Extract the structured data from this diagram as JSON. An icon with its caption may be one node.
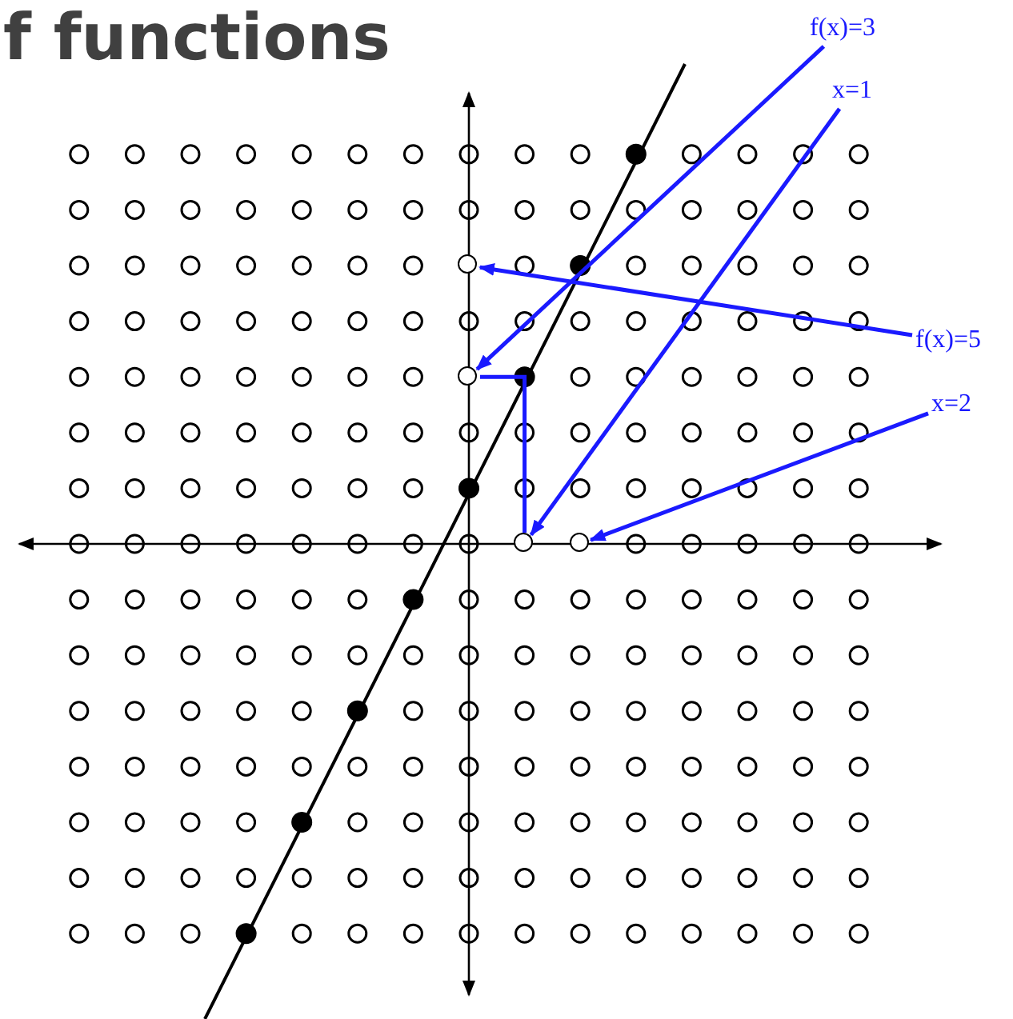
{
  "diagram": {
    "title": "f functions",
    "nodes": [
      {
        "text": [
          "f(x)=3"
        ]
      },
      {
        "text": [
          "x=1"
        ]
      },
      {
        "text": [
          "f(x)=5"
        ]
      },
      {
        "text": [
          "x=2"
        ]
      },
      {
        "text": [],
        "shape": "circle"
      },
      {
        "text": [],
        "shape": "circle"
      },
      {
        "text": [],
        "shape": "circle"
      },
      {
        "text": [],
        "shape": "circle"
      }
    ],
    "edges": [
      {
        "from": 0,
        "to": 5,
        "arrow": "to"
      },
      {
        "from": 1,
        "to": 6,
        "arrow": "to"
      },
      {
        "from": 2,
        "to": 4,
        "arrow": "to"
      },
      {
        "from": 3,
        "to": 7,
        "arrow": "to"
      },
      {
        "from": 6,
        "to": 5,
        "arrow": "none"
      }
    ]
  }
}
